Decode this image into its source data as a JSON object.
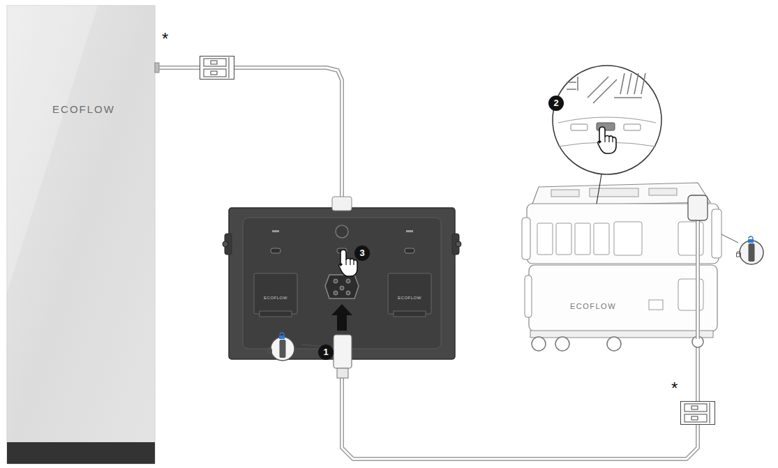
{
  "diagram": {
    "nodes": [
      {
        "text": [
          "ECOFLOW"
        ]
      },
      {
        "text": [
          "ECOFLOW",
          "ECOFLOW"
        ]
      },
      {
        "text": [
          "ECOFLOW"
        ]
      }
    ],
    "edges": [
      {
        "from": 0,
        "to": 1,
        "arrow": "none"
      },
      {
        "from": 1,
        "to": 2,
        "arrow": "none"
      }
    ],
    "labels": [
      "*",
      "*",
      "1",
      "2",
      "3"
    ]
  }
}
